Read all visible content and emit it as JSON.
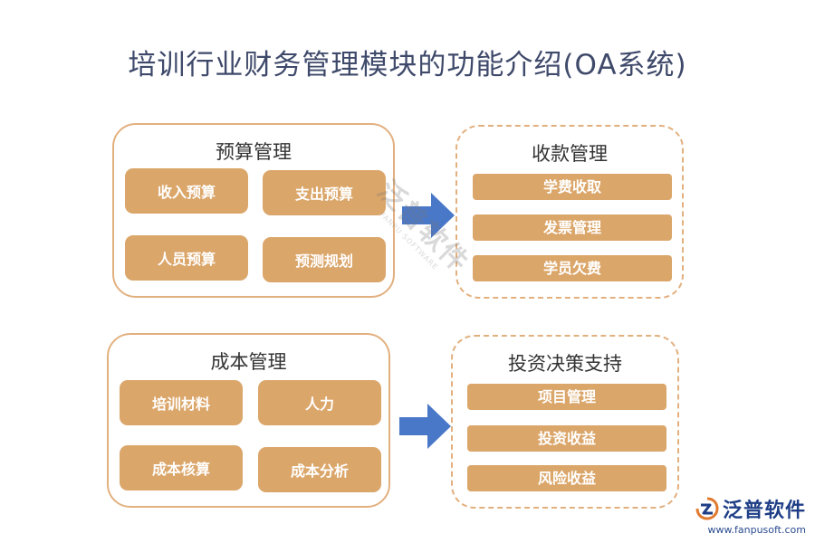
{
  "title": "培训行业财务管理模块的功能介绍(OA系统)",
  "panels": {
    "budget": {
      "title": "预算管理",
      "items": [
        "收入预算",
        "支出预算",
        "人员预算",
        "预测规划"
      ]
    },
    "collection": {
      "title": "收款管理",
      "items": [
        "学费收取",
        "发票管理",
        "学员欠费"
      ]
    },
    "cost": {
      "title": "成本管理",
      "items": [
        "培训材料",
        "人力",
        "成本核算",
        "成本分析"
      ]
    },
    "investment": {
      "title": "投资决策支持",
      "items": [
        "项目管理",
        "投资收益",
        "风险收益"
      ]
    }
  },
  "watermark": {
    "main": "泛普软件",
    "sub": "FANPU SOFTWARE"
  },
  "logo": {
    "name": "泛普软件",
    "url": "www.fanpusoft.com"
  },
  "colors": {
    "tile": "#dba66a",
    "border": "#e2b07f",
    "arrow": "#4a78c8",
    "title": "#3f4a6b"
  }
}
